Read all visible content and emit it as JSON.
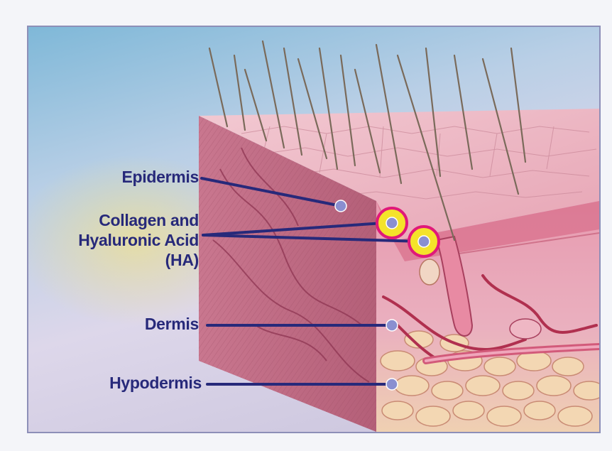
{
  "diagram": {
    "labels": {
      "epidermis": "Epidermis",
      "collagen_line1": "Collagen and",
      "collagen_line2": "Hyaluronic Acid",
      "collagen_line3": "(HA)",
      "dermis": "Dermis",
      "hypodermis": "Hypodermis"
    },
    "colors": {
      "label_text": "#27297a",
      "leader_line": "#27297a",
      "marker": "#8a8fd0",
      "highlight_ring_outer": "#e0197a",
      "highlight_ring_inner": "#f4e32a",
      "skin": "#e9a6b6",
      "tissue": "#d77a92",
      "fat": "#f0cfa6"
    }
  }
}
